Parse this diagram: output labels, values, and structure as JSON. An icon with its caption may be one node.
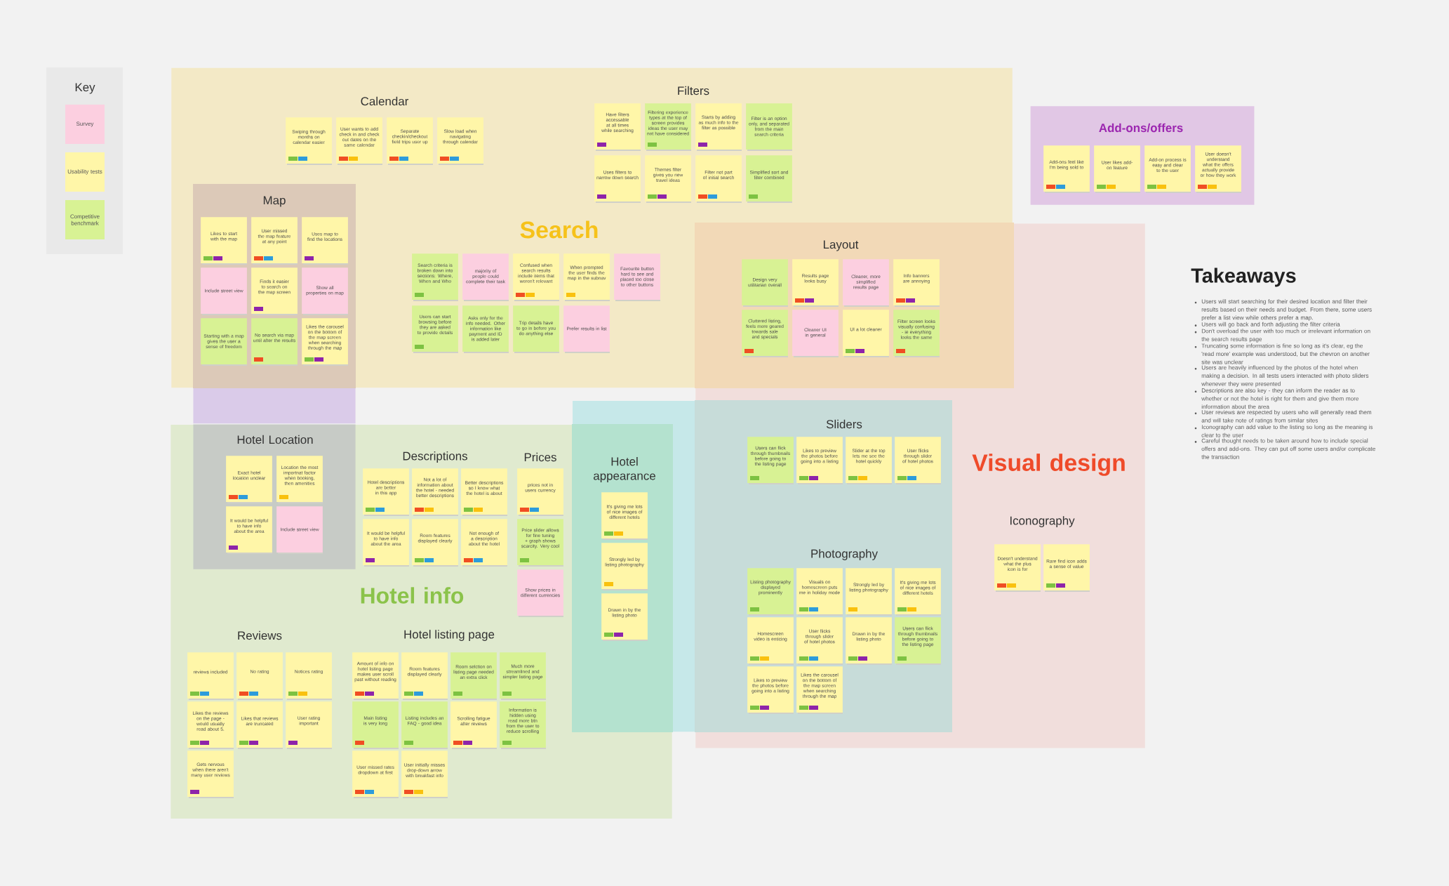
{
  "diagram": {
    "nodes": [
      {
        "text": [
          "Search"
        ]
      },
      {
        "text": [
          "Swiping through months on calendar easier"
        ],
        "in": 0
      },
      {
        "text": [
          "User wants to add check in and check out dates on the same calendar"
        ],
        "in": 0
      },
      {
        "text": [
          "Separate checkin/checkout field trips user up"
        ],
        "in": 0
      },
      {
        "text": [
          "Slow load when navigating through calendar"
        ],
        "in": 0
      },
      {
        "text": [
          "Have filters accessable at all times while searching"
        ],
        "in": 0
      },
      {
        "text": [
          "Filtering experience types at the top of screen provides ideas the user may not have considered"
        ],
        "in": 0
      },
      {
        "text": [
          "Starts by adding as much info to the filter as possible"
        ],
        "in": 0
      },
      {
        "text": [
          "Filter is an option only, and separated from the main search criteria"
        ],
        "in": 0
      },
      {
        "text": [
          "Uses filters to narrow down search"
        ],
        "in": 0
      },
      {
        "text": [
          "Themes filter gives you new travel ideas"
        ],
        "in": 0
      },
      {
        "text": [
          "Filter not part of initial search"
        ],
        "in": 0
      },
      {
        "text": [
          "Simplified sort and filter combined"
        ],
        "in": 0
      },
      {
        "text": [
          "Map"
        ]
      },
      {
        "text": [
          "Likes to start with the map"
        ],
        "in": 13
      },
      {
        "text": [
          "User missed the map feature at any point"
        ],
        "in": 13
      },
      {
        "text": [
          "Uses map to find the locations"
        ],
        "in": 13
      },
      {
        "text": [
          "Include street view"
        ],
        "in": 13
      },
      {
        "text": [
          "Finds it easier to search on the map screen"
        ],
        "in": 13
      },
      {
        "text": [
          "Show all properties on map"
        ],
        "in": 13
      },
      {
        "text": [
          "Starting with a map gives the user a sense of freedom"
        ],
        "in": 13
      },
      {
        "text": [
          "No search via map until after the results"
        ],
        "in": 13
      },
      {
        "text": [
          "Likes the carousel on the bottom of the map screen when searching through the map"
        ],
        "in": 13
      },
      {
        "text": [
          "Search criteria is broken down into sections: Where, When and Who"
        ],
        "in": 0
      },
      {
        "text": [
          "majority of people could complete their task"
        ],
        "in": 0
      },
      {
        "text": [
          "Confused when search results include items that weren't relevant"
        ],
        "in": 0
      },
      {
        "text": [
          "When prompted the user finds the map in the subnav"
        ],
        "in": 0
      },
      {
        "text": [
          "Favourite button hard to see and placed too close to other buttons"
        ],
        "in": 0
      },
      {
        "text": [
          "Users can start browsing before they are asked to provide details"
        ],
        "in": 0
      },
      {
        "text": [
          "Asks only for the info needed. Other information like payment and ID is added later"
        ],
        "in": 0
      },
      {
        "text": [
          "Trip details have to go in before you do anything else"
        ],
        "in": 0
      },
      {
        "text": [
          "Prefer results in list"
        ],
        "in": 0
      },
      {
        "text": [
          "Add-ons/offers"
        ]
      },
      {
        "text": [
          "Add-ons feel like I'm being sold to"
        ],
        "in": 32
      },
      {
        "text": [
          "User likes add-on feature"
        ],
        "in": 32
      },
      {
        "text": [
          "Add-on process is easy and clear to the user"
        ],
        "in": 32
      },
      {
        "text": [
          "User doesn't understand what the offers actually provide or how they work"
        ],
        "in": 32
      },
      {
        "text": [
          "Visual design"
        ]
      },
      {
        "text": [
          "Design very utilitarian overall"
        ]
      },
      {
        "text": [
          "Results page looks busy"
        ]
      },
      {
        "text": [
          "Cleaner, more simplified results page"
        ]
      },
      {
        "text": [
          "Info banners are annoying"
        ]
      },
      {
        "text": [
          "Cluttered listing, feels more geared towards sale and specials"
        ]
      },
      {
        "text": [
          "Cleaner UI in general"
        ]
      },
      {
        "text": [
          "UI a lot cleaner"
        ]
      },
      {
        "text": [
          "Filter screen looks visually confusing - ie everything looks the same"
        ]
      },
      {
        "text": [
          "Hotel info"
        ]
      },
      {
        "text": [
          "Hotel Location"
        ],
        "in": 46
      },
      {
        "text": [
          "Exact hotel location unclear"
        ],
        "in": 47
      },
      {
        "text": [
          "Location the most importnat factor when booking, then amenities"
        ],
        "in": 47
      },
      {
        "text": [
          "It would be helpful to have info about the area"
        ],
        "in": 47
      },
      {
        "text": [
          "Include street view"
        ],
        "in": 47
      },
      {
        "text": [
          "Hotel descriptions are better in this app"
        ],
        "in": 46
      },
      {
        "text": [
          "Not a lot of information about the hotel - needed better descriptions"
        ],
        "in": 46
      },
      {
        "text": [
          "Better descriptions so I know what the hotel is about"
        ],
        "in": 46
      },
      {
        "text": [
          "It would be helpful to have info about the area"
        ],
        "in": 46
      },
      {
        "text": [
          "Room features displayed clearly"
        ],
        "in": 46
      },
      {
        "text": [
          "Not enough of a description about the hotel"
        ],
        "in": 46
      },
      {
        "text": [
          "prices not in users currency"
        ],
        "in": 46
      },
      {
        "text": [
          "Price slider allows for fine tuning + graph shows scarcity. Very cool"
        ],
        "in": 46
      },
      {
        "text": [
          "Show prices in different currencies"
        ],
        "in": 46
      },
      {
        "text": [
          "Hotel appearance"
        ]
      },
      {
        "text": [
          "It's giving me lots of nice images of different hotels"
        ]
      },
      {
        "text": [
          "Strongly led by listing photography"
        ]
      },
      {
        "text": [
          "Drawn in by the listing photo"
        ]
      },
      {
        "text": [
          "Users can flick through thumbnails before going to the listing page"
        ]
      },
      {
        "text": [
          "Likes to preview the photos before going into a listing"
        ]
      },
      {
        "text": [
          "Slider at the top lets me see the hotel quickly"
        ]
      },
      {
        "text": [
          "User flicks through slider of hotel photos"
        ]
      },
      {
        "text": [
          "Listing photography displayed prominently"
        ]
      },
      {
        "text": [
          "Visuals on homescreen puts me in holiday mode"
        ]
      },
      {
        "text": [
          "Strongly led by listing photography"
        ]
      },
      {
        "text": [
          "It's giving me lots of nice images of different hotels"
        ]
      },
      {
        "text": [
          "Homescreen video is enticing"
        ]
      },
      {
        "text": [
          "User flicks through slider of hotel photos"
        ]
      },
      {
        "text": [
          "Drawn in by the listing photo"
        ]
      },
      {
        "text": [
          "Users can flick through thumbnails before going to the listing page"
        ]
      },
      {
        "text": [
          "Likes to preview the photos before going into a listing"
        ]
      },
      {
        "text": [
          "Likes the carousel on the bottom of the map screen when searching through the map"
        ]
      },
      {
        "text": [
          "Doesn't understand what the plus icon is for"
        ],
        "in": 37
      },
      {
        "text": [
          "Rare find icon adds a sense of value"
        ],
        "in": 37
      },
      {
        "text": [
          "reviews included"
        ],
        "in": 46
      },
      {
        "text": [
          "No rating"
        ],
        "in": 46
      },
      {
        "text": [
          "Notices rating"
        ],
        "in": 46
      },
      {
        "text": [
          "Likes the reviews on the page - would usually read about 5."
        ],
        "in": 46
      },
      {
        "text": [
          "Likes that reviews are truncated"
        ],
        "in": 46
      },
      {
        "text": [
          "User rating important"
        ],
        "in": 46
      },
      {
        "text": [
          "Gets nervous when there aren't many user reviews"
        ],
        "in": 46
      },
      {
        "text": [
          "Amount of info on hotel listing page makes user scroll past without reading"
        ],
        "in": 46
      },
      {
        "text": [
          "Room features displayed clearly"
        ],
        "in": 46
      },
      {
        "text": [
          "Room selction on listing page needed an extra click"
        ],
        "in": 46
      },
      {
        "text": [
          "Much more streamlined and simpler listing page"
        ],
        "in": 46
      },
      {
        "text": [
          "Main listing is very long"
        ],
        "in": 46
      },
      {
        "text": [
          "Listing includes an FAQ - good idea"
        ],
        "in": 46
      },
      {
        "text": [
          "Scrolling fatigue after reviews"
        ],
        "in": 46
      },
      {
        "text": [
          "Information is hidden using read more btn from the user to reduce scrolling"
        ],
        "in": 46
      },
      {
        "text": [
          "User missed rates dropdown at first"
        ],
        "in": 46
      },
      {
        "text": [
          "User initially misses drop-down arrow with breakfast info"
        ],
        "in": 46
      }
    ],
    "labels": [
      "Key",
      "Calendar",
      "Filters",
      "Layout",
      "Descriptions",
      "Prices",
      "Sliders",
      "Iconography",
      "Photography",
      "Reviews",
      "Hotel listing page",
      "Takeaways",
      "Users will start searching for their desired location and filter their results based on their needs and budget. From there, some users prefer a list view while others prefer a map.",
      "Users will go back and forth adjusting the filter criteria",
      "Don't overload the user with too much or irrelevant information on the search results page",
      "Truncating some information is fine so long as it's clear, eg the 'read more' example was understood, but the chevron on another site was unclear",
      "Users are heavily influenced by the photos of the hotel when making a decision. In all tests users interacted with photo sliders whenever they were presented",
      "Descriptions are also key - they can inform the reader as to whether or not the hotel is right for them and give them more information about the area",
      "User reviews are respected by users who will generally read them and will take note of ratings from similar sites",
      "Iconography can add value to the listing so long as the meaning is clear to the user",
      "Careful thought needs to be taken around how to include special offers and add-ons. They can put off some users and/or complicate the transaction"
    ],
    "legend": [
      {
        "text": "Survey",
        "color": "#fccfe0"
      },
      {
        "text": "Usability tests",
        "color": "#fff6a8"
      },
      {
        "text": "Competitive benchmark",
        "color": "#d8f294"
      }
    ]
  }
}
